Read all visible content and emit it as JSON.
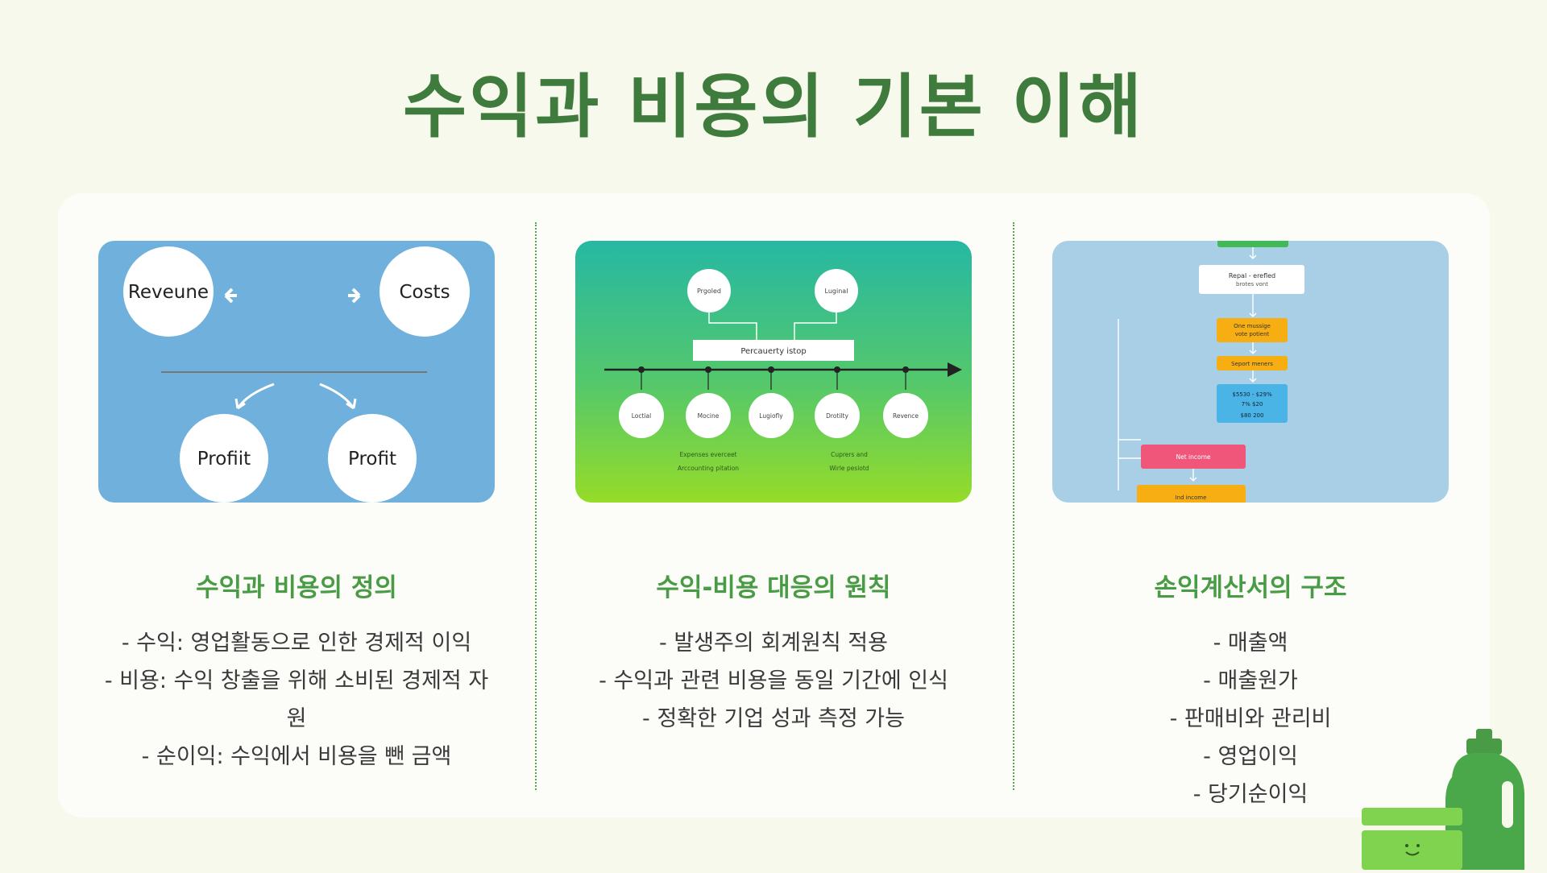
{
  "title": "수익과 비용의 기본 이해",
  "panels": [
    {
      "heading": "수익과 비용의 정의",
      "bullets": [
        "- 수익: 영업활동으로 인한 경제적 이익",
        "- 비용: 수익 창출을 위해 소비된 경제적 자원",
        "- 순이익: 수익에서 비용을 뺀 금액"
      ],
      "image": {
        "background": "#6fb1dc",
        "labels": [
          "Reveune",
          "Costs",
          "Profiit",
          "Profit"
        ]
      }
    },
    {
      "heading": "수익-비용 대응의 원칙",
      "bullets": [
        "- 발생주의 회계원칙 적용",
        "- 수익과 관련 비용을 동일 기간에 인식",
        "- 정확한 기업 성과 측정 가능"
      ],
      "image": {
        "top_nodes": [
          "Prgoled",
          "Luginal"
        ],
        "bar_label": "Percauerty istop",
        "bottom_nodes": [
          "Loctial",
          "Mocine",
          "Lugiofly",
          "Drotilty",
          "Revence"
        ],
        "notes": [
          "Expenses everceet",
          "Arccounting pitation",
          "Cuprers and",
          "Wirle pesiotd"
        ]
      }
    },
    {
      "heading": "손익계산서의 구조",
      "bullets": [
        "- 매출액",
        "- 매출원가",
        "- 판매비와 관리비",
        "- 영업이익",
        "- 당기순이익"
      ],
      "image": {
        "background": "#a9cfe6",
        "box1": [
          "Repal - erefled",
          "brotes vont"
        ],
        "box2": [
          "One mussige",
          "vote potient"
        ],
        "box3": "Seport meners",
        "box4": [
          "$5530 - $29%",
          "7%     $20",
          "$80     200"
        ],
        "box5": "Net income",
        "box6": "Ind income"
      }
    }
  ],
  "colors": {
    "title": "#3e7b3c",
    "heading": "#4a9b45",
    "background": "#f7f9ec",
    "card": "#fcfdf9"
  }
}
